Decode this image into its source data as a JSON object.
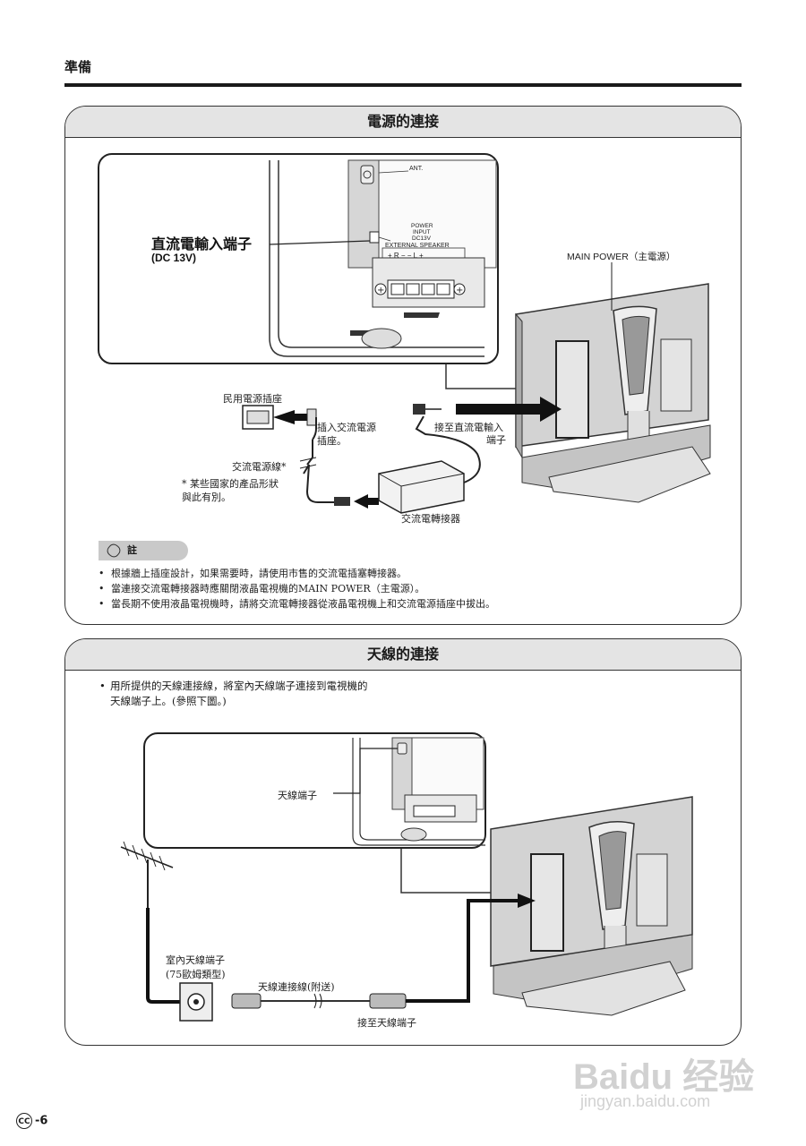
{
  "header": {
    "section": "準備"
  },
  "power_section": {
    "title": "電源的連接",
    "callout": {
      "ant": "ANT.",
      "power_input_1": "POWER",
      "power_input_2": "INPUT",
      "power_input_3": "DC13V",
      "external_speaker": "EXTERNAL SPEAKER",
      "speaker_polarity": "+ R −   − L +",
      "dc_terminal_label": "直流電輸入端子",
      "dc_voltage": "(DC  13V)"
    },
    "main_power": "MAIN  POWER（主電源）",
    "wall_outlet": "民用電源插座",
    "insert_ac_1": "插入交流電源",
    "insert_ac_2": "插座。",
    "connect_dc_1": "接至直流電輸入",
    "connect_dc_2": "端子",
    "ac_cord": "交流電源線*",
    "footnote_1": "*  某些國家的產品形狀",
    "footnote_2": "與此有別。",
    "ac_adapter": "交流電轉接器",
    "note_badge": "註",
    "notes": [
      "根據牆上插座設計，如果需要時，請使用市售的交流電插塞轉接器。",
      "當連接交流電轉接器時應關閉液晶電視機的MAIN  POWER（主電源）。",
      "當長期不使用液晶電視機時，請將交流電轉接器從液晶電視機上和交流電源插座中拔出。"
    ]
  },
  "antenna_section": {
    "title": "天線的連接",
    "intro_line_1": "用所提供的天線連接線，將室內天線端子連接到電視機的",
    "intro_line_2": "天線端子上。(參照下圖。)",
    "antenna_terminal": "天線端子",
    "indoor_terminal_1": "室內天線端子",
    "indoor_terminal_2": "(75歐姆類型)",
    "antenna_cable": "天線連接線(附送)",
    "connect_to_terminal": "接至天線端子"
  },
  "footer": {
    "page_prefix": "CC",
    "page": "-6"
  },
  "watermark": {
    "brand": "Baidu 经验",
    "site": "jingyan.baidu.com"
  }
}
